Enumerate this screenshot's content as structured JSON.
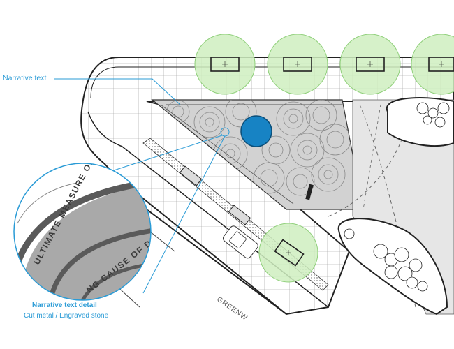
{
  "callouts": {
    "narrative_text": "Narrative text",
    "detail_title": "Narrative text detail",
    "detail_material": "Cut metal / Engraved stone"
  },
  "detail_inscriptions": {
    "line_1": "ULTIMATE MEASURE OF A MAN IS",
    "line_2": "NG CAUSE OF DEATH C"
  },
  "street_label": "GREENW",
  "colors": {
    "accent": "#2a9bd6",
    "tree_canopy": "#cfeec0",
    "tree_canopy_stroke": "#8fcf7a",
    "water_feature": "#1783c4",
    "plaza_fill": "#d2d2d2",
    "lawn_fill": "#e6e6e6",
    "detail_fill": "#a9a9a9",
    "line": "#333333"
  }
}
